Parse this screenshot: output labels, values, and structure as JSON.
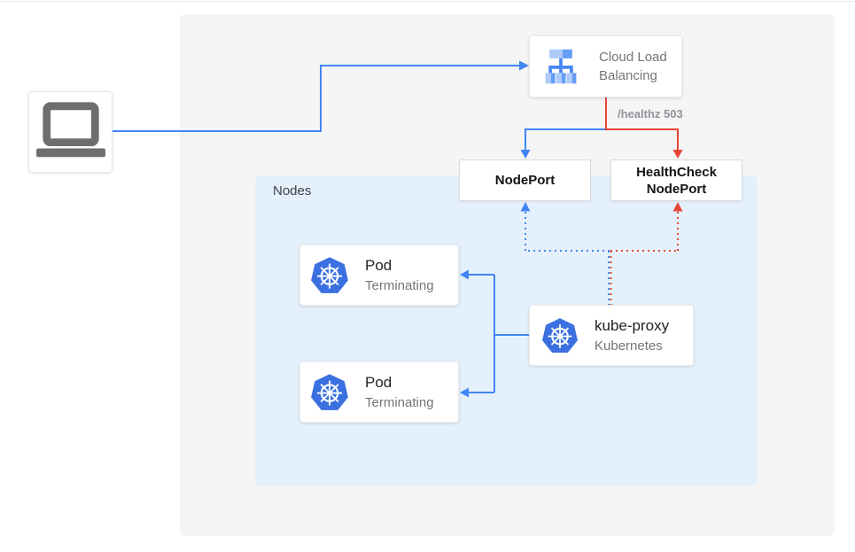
{
  "diagram": {
    "colors": {
      "blue": "#4285F4",
      "red": "#EA4335",
      "nodes_bg": "#E4F1FC",
      "canvas_bg": "#F5F5F6",
      "k8s_blue": "#3B70E0"
    },
    "client": {
      "icon": "laptop-icon"
    },
    "cloud_load_balancing": {
      "icon": "load-balancer-icon",
      "label_line1": "Cloud Load",
      "label_line2": "Balancing"
    },
    "edge_label_healthz": "/healthz 503",
    "nodeport": {
      "label": "NodePort"
    },
    "healthcheck_nodeport": {
      "line1": "HealthCheck",
      "line2": "NodePort"
    },
    "nodes_group": {
      "label": "Nodes"
    },
    "pods": [
      {
        "title": "Pod",
        "status": "Terminating",
        "icon": "kubernetes-icon"
      },
      {
        "title": "Pod",
        "status": "Terminating",
        "icon": "kubernetes-icon"
      }
    ],
    "kube_proxy": {
      "title": "kube-proxy",
      "subtitle": "Kubernetes",
      "icon": "kubernetes-icon"
    }
  }
}
